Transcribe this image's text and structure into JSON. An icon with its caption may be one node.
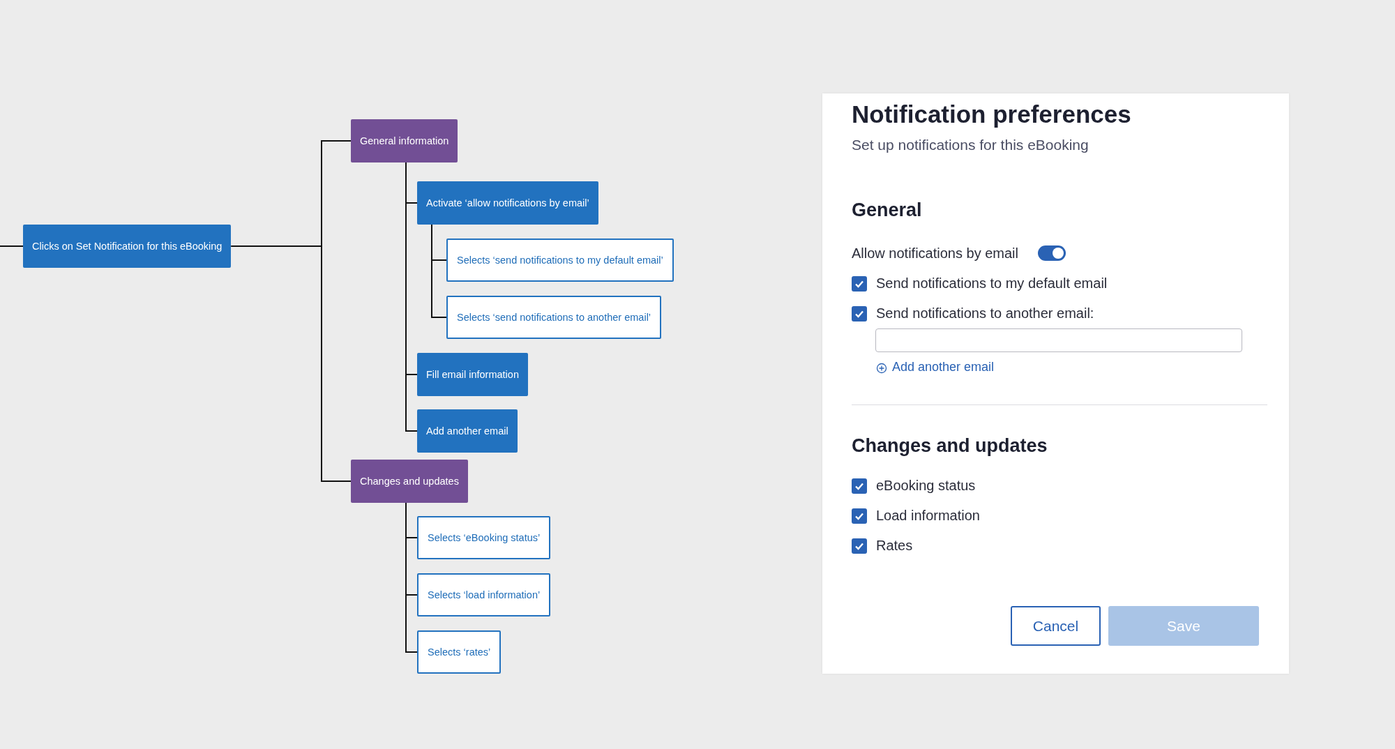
{
  "diagram": {
    "nodes": [
      {
        "text": [
          "Clicks on Set Notification for this eBooking"
        ]
      },
      {
        "text": [
          "General information"
        ]
      },
      {
        "text": [
          "Activate ‘allow notifications by email’"
        ]
      },
      {
        "text": [
          "Selects ‘send notifications to my default email’"
        ]
      },
      {
        "text": [
          "Selects ‘send notifications to another email’"
        ]
      },
      {
        "text": [
          "Fill email information"
        ]
      },
      {
        "text": [
          "Add another email"
        ]
      },
      {
        "text": [
          "Changes and updates"
        ]
      },
      {
        "text": [
          "Selects ‘eBooking status’"
        ]
      },
      {
        "text": [
          "Selects ‘load information’"
        ]
      },
      {
        "text": [
          "Selects  ‘rates’"
        ]
      }
    ],
    "edges": [
      {
        "from": null,
        "to": 0,
        "arrow": "none"
      },
      {
        "from": 0,
        "to": 1,
        "arrow": "none"
      },
      {
        "from": 0,
        "to": 7,
        "arrow": "none"
      },
      {
        "from": 1,
        "to": 2,
        "arrow": "none"
      },
      {
        "from": 2,
        "to": 3,
        "arrow": "none"
      },
      {
        "from": 2,
        "to": 4,
        "arrow": "none"
      },
      {
        "from": 1,
        "to": 5,
        "arrow": "none"
      },
      {
        "from": 1,
        "to": 6,
        "arrow": "none"
      },
      {
        "from": 7,
        "to": 8,
        "arrow": "none"
      },
      {
        "from": 7,
        "to": 9,
        "arrow": "none"
      },
      {
        "from": 7,
        "to": 10,
        "arrow": "none"
      }
    ],
    "labels": [
      "Notification preferences",
      "Set up notifications for this eBooking",
      "General",
      "Allow notifications by email",
      "Send notifications to my default email",
      "Send notifications to another email:",
      "Add another email",
      "Changes and updates",
      "eBooking status",
      "Load information",
      "Rates",
      "Cancel",
      "Save"
    ]
  }
}
